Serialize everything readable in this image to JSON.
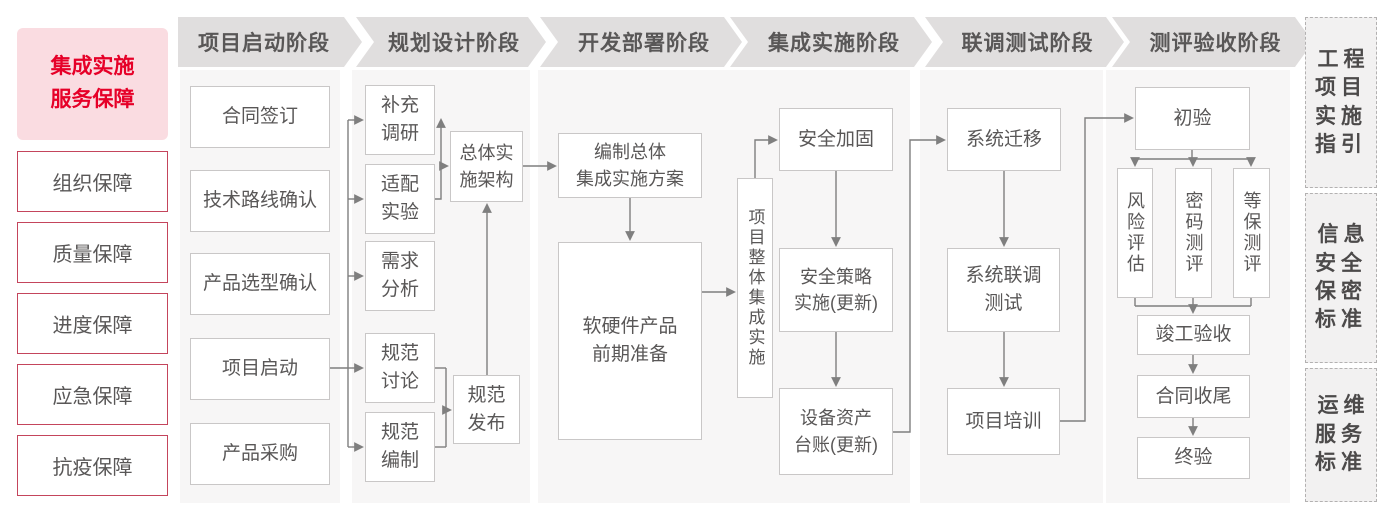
{
  "sidebar": {
    "header": "集成实施\n服务保障",
    "items": [
      "组织保障",
      "质量保障",
      "进度保障",
      "应急保障",
      "抗疫保障"
    ]
  },
  "phases": [
    {
      "header": "项目启动阶段",
      "boxes": [
        "合同签订",
        "技术路线确认",
        "产品选型确认",
        "项目启动",
        "产品采购"
      ]
    },
    {
      "header": "规划设计阶段",
      "boxes": [
        "补充\n调研",
        "适配\n实验",
        "需求\n分析",
        "规范\n讨论",
        "规范\n编制",
        "总体实\n施架构",
        "规范\n发布"
      ]
    },
    {
      "header": "开发部署阶段",
      "boxes": [
        "编制总体\n集成实施方案",
        "软硬件产品\n前期准备"
      ]
    },
    {
      "header": "集成实施阶段",
      "boxes": [
        "项目整体集成实施",
        "安全加固",
        "安全策略\n实施(更新)",
        "设备资产\n台账(更新)"
      ]
    },
    {
      "header": "联调测试阶段",
      "boxes": [
        "系统迁移",
        "系统联调\n测试",
        "项目培训"
      ]
    },
    {
      "header": "测评验收阶段",
      "boxes": [
        "初验",
        "风险评估",
        "密码测评",
        "等保测评",
        "竣工验收",
        "合同收尾",
        "终验"
      ]
    }
  ],
  "standards": [
    "工程\n项目\n实施\n指引",
    "信息\n安全\n保密\n标准",
    "运维\n服务\n标准"
  ],
  "colors": {
    "accent_red": "#e60028",
    "pink_bg": "#fadce1",
    "red_border": "#c4455c",
    "header_bg": "#e0dede",
    "panel_bg": "#f7f6f6",
    "box_border": "#c9c7c7",
    "text_gray": "#595757",
    "line_gray": "#7f7f7f"
  }
}
